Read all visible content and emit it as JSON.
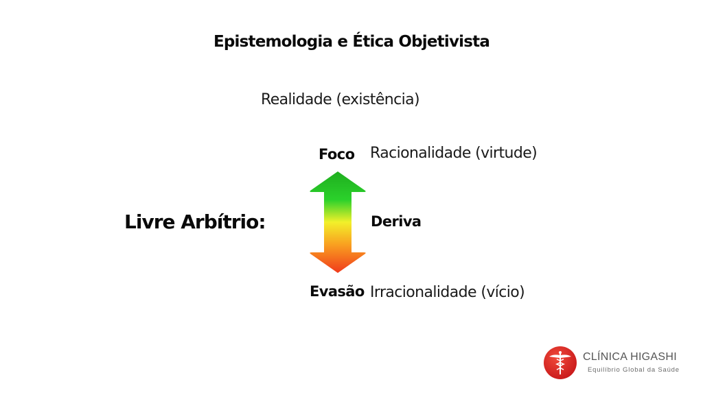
{
  "title": "Epistemologia e Ética Objetivista",
  "diagram": {
    "top_label": "Realidade (existência)",
    "left_label": "Livre Arbítrio:",
    "arrow": {
      "icon": "double-headed-vertical-arrow-icon",
      "gradient_colors": [
        "#1fae1f",
        "#2bd12b",
        "#f2f02a",
        "#f9a020",
        "#f03a1c"
      ]
    },
    "levels": [
      {
        "key": "Foco",
        "description": "Racionalidade (virtude)"
      },
      {
        "key": "Deriva",
        "description": ""
      },
      {
        "key": "Evasão",
        "description": "Irracionalidade (vício)"
      }
    ]
  },
  "brand": {
    "logo_icon": "caduceus-icon",
    "name": "CLÍNICA HIGASHI",
    "tagline": "Equilíbrio Global da Saúde",
    "color": "#d8231c"
  }
}
